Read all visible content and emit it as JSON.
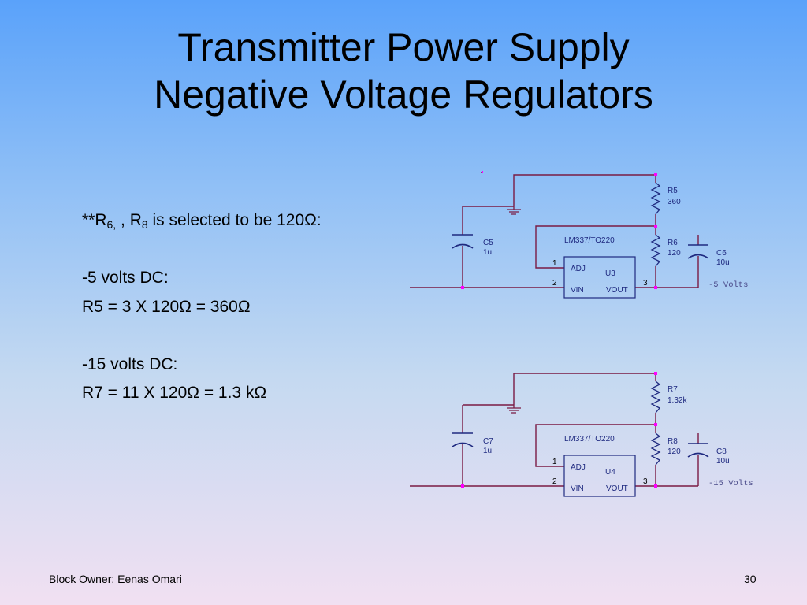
{
  "title": {
    "line1": "Transmitter Power Supply",
    "line2": "Negative Voltage Regulators"
  },
  "notes": {
    "line1_prefix": "**R",
    "line1_sub1": "6,",
    "line1_mid": " , R",
    "line1_sub2": "8",
    "line1_suffix": " is selected to be 120Ω:",
    "line3": "-5 volts DC:",
    "line4": "R5 = 3 X 120Ω = 360Ω",
    "line6": "-15 volts DC:",
    "line7": "R7 = 11 X 120Ω = 1.3 kΩ"
  },
  "circuit1": {
    "reg_part": "LM337/TO220",
    "reg_ref": "U3",
    "adj": "ADJ",
    "vin": "VIN",
    "vout": "VOUT",
    "pin1": "1",
    "pin2": "2",
    "pin3": "3",
    "c_in_ref": "C5",
    "c_in_val": "1u",
    "r_top_ref": "R5",
    "r_top_val": "360",
    "r_bot_ref": "R6",
    "r_bot_val": "120",
    "c_out_ref": "C6",
    "c_out_val": "10u",
    "output_label": "-5 Volts"
  },
  "circuit2": {
    "reg_part": "LM337/TO220",
    "reg_ref": "U4",
    "adj": "ADJ",
    "vin": "VIN",
    "vout": "VOUT",
    "pin1": "1",
    "pin2": "2",
    "pin3": "3",
    "c_in_ref": "C7",
    "c_in_val": "1u",
    "r_top_ref": "R7",
    "r_top_val": "1.32k",
    "r_bot_ref": "R8",
    "r_bot_val": "120",
    "c_out_ref": "C8",
    "c_out_val": "10u",
    "output_label": "-15 Volts"
  },
  "footer": {
    "owner": "Block Owner:  Eenas Omari",
    "page": "30"
  },
  "colors": {
    "wire": "#7a1b44",
    "component": "#1f2a80",
    "node_dot": "#ff00ff"
  }
}
